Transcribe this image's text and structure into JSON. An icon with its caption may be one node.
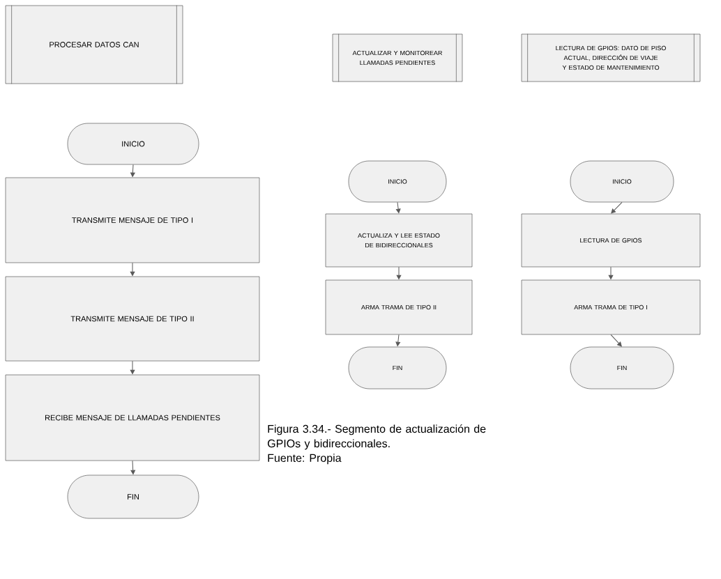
{
  "diagram": {
    "caption": "Figura 3.34.- Segmento de actualización de GPIOs y bidireccionales.",
    "nodes": [
      {
        "text": [
          "PROCESAR DATOS CAN"
        ]
      },
      {
        "text": [
          "INICIO"
        ]
      },
      {
        "text": [
          "TRANSMITE MENSAJE DE TIPO I"
        ]
      },
      {
        "text": [
          "TRANSMITE MENSAJE DE TIPO II"
        ]
      },
      {
        "text": [
          "RECIBE MENSAJE DE LLAMADAS PENDIENTES"
        ]
      },
      {
        "text": [
          "FIN"
        ]
      },
      {
        "text": [
          "ACTUALIZAR Y MONITOREAR LLAMADAS PENDIENTES"
        ]
      },
      {
        "text": [
          "INICIO"
        ]
      },
      {
        "text": [
          "ACTUALIZA Y LEE ESTADO DE BIDIRECCIONALES"
        ]
      },
      {
        "text": [
          "ARMA TRAMA DE TIPO II"
        ]
      },
      {
        "text": [
          "FIN"
        ]
      },
      {
        "text": [
          "LECTURA DE GPIOS: DATO DE PISO ACTUAL, DIRECCIÓN DE VIAJE Y ESTADO DE MANTENIMIENTO"
        ]
      },
      {
        "text": [
          "INICIO"
        ]
      },
      {
        "text": [
          "LECTURA DE GPIOS"
        ]
      },
      {
        "text": [
          "ARMA TRAMA DE TIPO I"
        ]
      },
      {
        "text": [
          "FIN"
        ]
      }
    ],
    "edges": [
      {
        "from": 1,
        "to": 2,
        "arrow": "to"
      },
      {
        "from": 2,
        "to": 3,
        "arrow": "to"
      },
      {
        "from": 3,
        "to": 4,
        "arrow": "to"
      },
      {
        "from": 4,
        "to": 5,
        "arrow": "to"
      },
      {
        "from": 7,
        "to": 8,
        "arrow": "to"
      },
      {
        "from": 8,
        "to": 9,
        "arrow": "to"
      },
      {
        "from": 9,
        "to": 10,
        "arrow": "to"
      },
      {
        "from": 12,
        "to": 13,
        "arrow": "to"
      },
      {
        "from": 13,
        "to": 14,
        "arrow": "to"
      },
      {
        "from": 14,
        "to": 15,
        "arrow": "to"
      }
    ],
    "labels": [
      "Fuente: Propia"
    ]
  }
}
